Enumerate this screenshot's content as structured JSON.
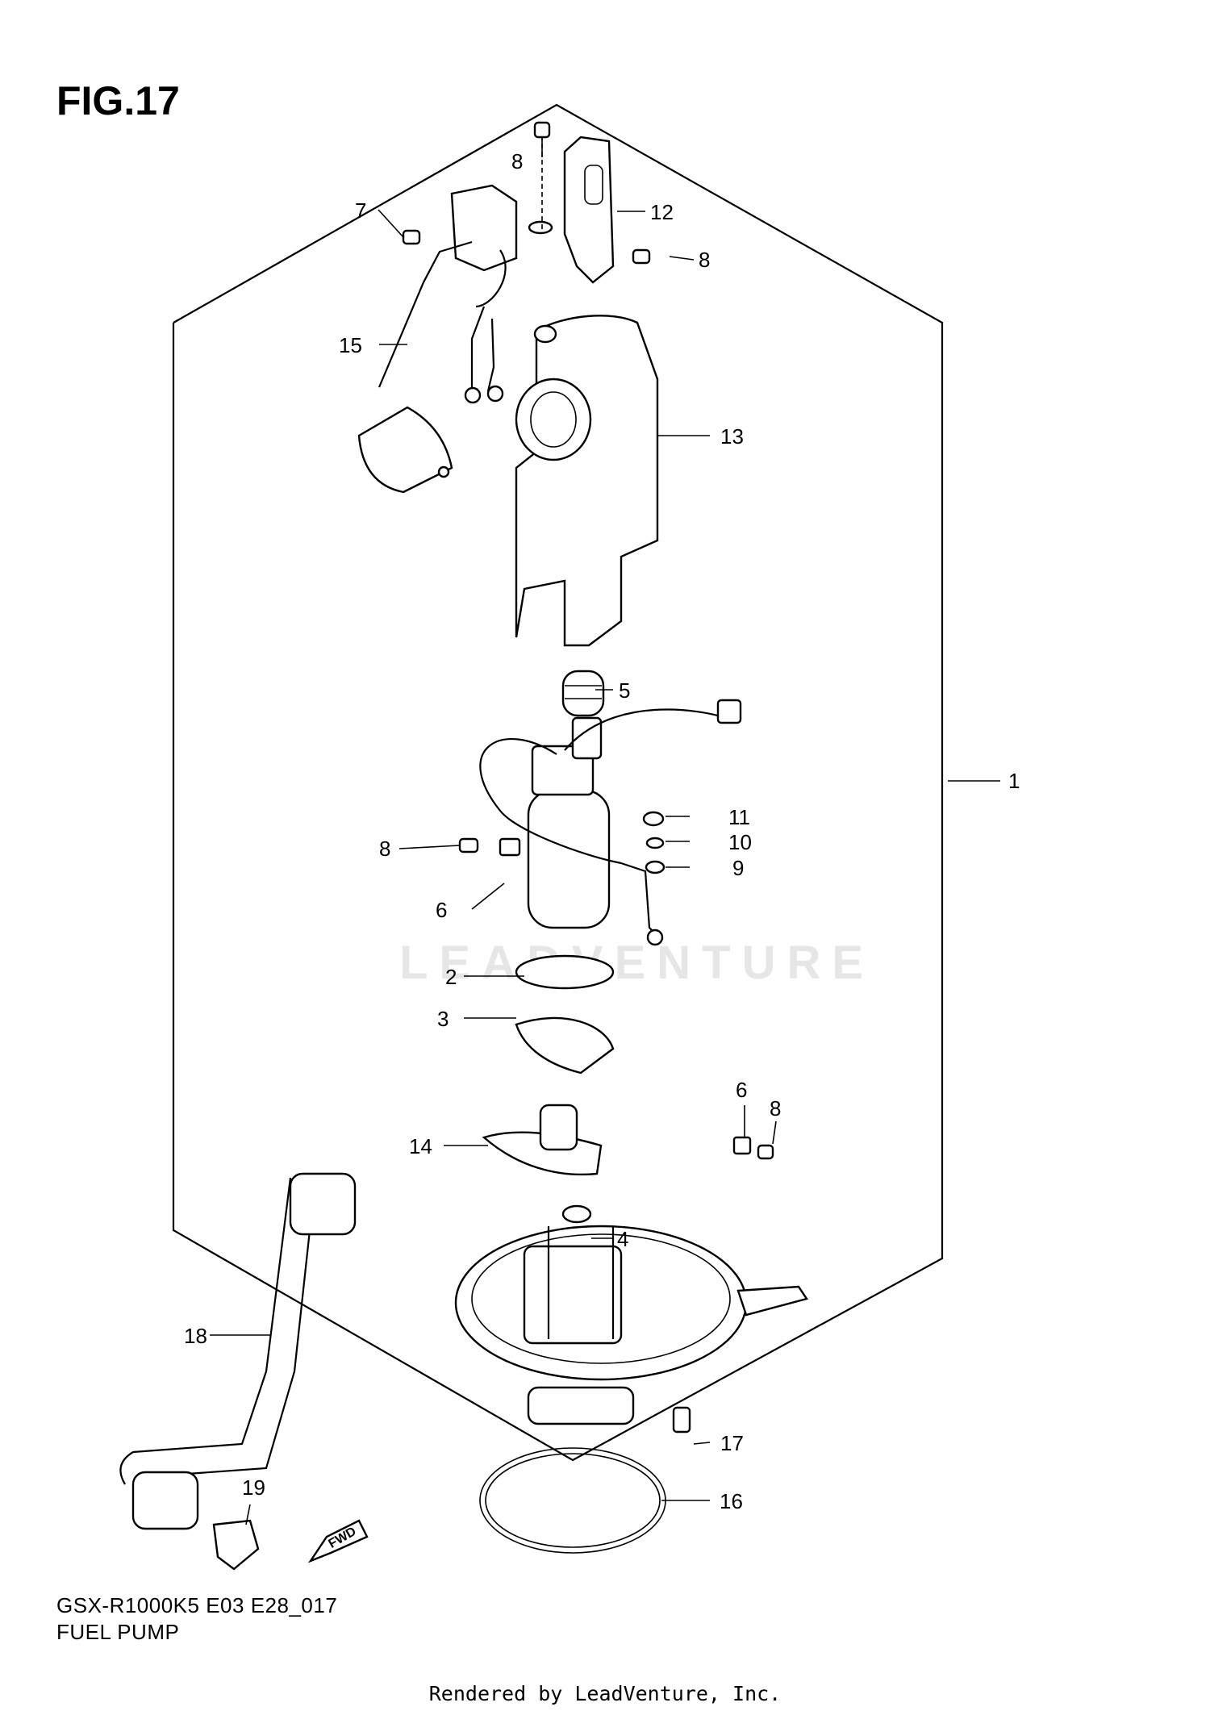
{
  "figure": {
    "title": "FIG.17",
    "model_code": "GSX-R1000K5 E03 E28_017",
    "name": "FUEL PUMP",
    "credit": "Rendered by LeadVenture, Inc.",
    "watermark": "LEADVENTURE",
    "fwd_label": "FWD"
  },
  "callouts": [
    {
      "id": "c1",
      "label": "1"
    },
    {
      "id": "c2",
      "label": "2"
    },
    {
      "id": "c3",
      "label": "3"
    },
    {
      "id": "c4",
      "label": "4"
    },
    {
      "id": "c5",
      "label": "5"
    },
    {
      "id": "c6a",
      "label": "6"
    },
    {
      "id": "c6b",
      "label": "6"
    },
    {
      "id": "c7",
      "label": "7"
    },
    {
      "id": "c8a",
      "label": "8"
    },
    {
      "id": "c8b",
      "label": "8"
    },
    {
      "id": "c8c",
      "label": "8"
    },
    {
      "id": "c8d",
      "label": "8"
    },
    {
      "id": "c9",
      "label": "9"
    },
    {
      "id": "c10",
      "label": "10"
    },
    {
      "id": "c11",
      "label": "11"
    },
    {
      "id": "c12",
      "label": "12"
    },
    {
      "id": "c13",
      "label": "13"
    },
    {
      "id": "c14",
      "label": "14"
    },
    {
      "id": "c15",
      "label": "15"
    },
    {
      "id": "c16",
      "label": "16"
    },
    {
      "id": "c17",
      "label": "17"
    },
    {
      "id": "c18",
      "label": "18"
    },
    {
      "id": "c19",
      "label": "19"
    }
  ]
}
